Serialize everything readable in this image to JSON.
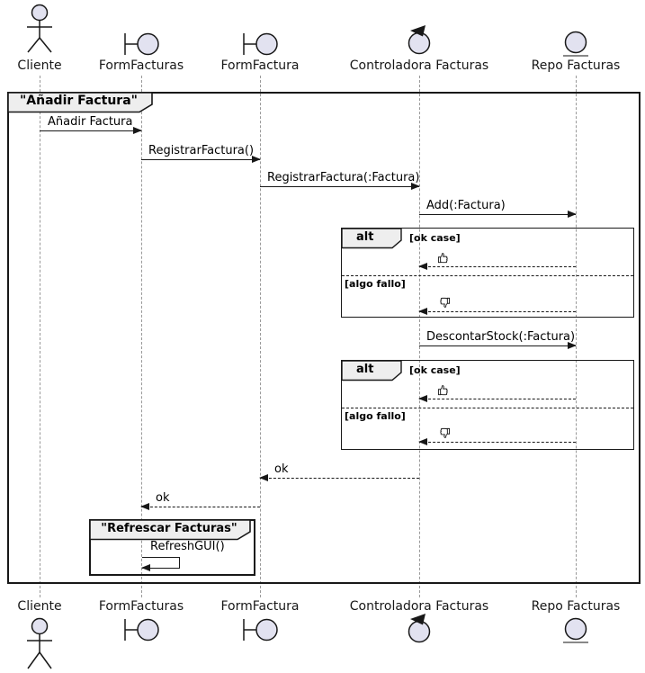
{
  "frame": {
    "title": "\"Añadir Factura\""
  },
  "group": {
    "title": "\"Refrescar Facturas\""
  },
  "participants": [
    {
      "name": "Cliente",
      "type": "actor",
      "icon": "actor-icon"
    },
    {
      "name": "FormFacturas",
      "type": "boundary",
      "icon": "boundary-icon"
    },
    {
      "name": "FormFactura",
      "type": "boundary",
      "icon": "boundary-icon"
    },
    {
      "name": "Controladora Facturas",
      "type": "control",
      "icon": "control-icon"
    },
    {
      "name": "Repo Facturas",
      "type": "entity",
      "icon": "entity-icon"
    }
  ],
  "messages": [
    {
      "label": "Añadir Factura",
      "from": "Cliente",
      "to": "FormFacturas",
      "kind": "call"
    },
    {
      "label": "RegistrarFactura()",
      "from": "FormFacturas",
      "to": "FormFactura",
      "kind": "call"
    },
    {
      "label": "RegistrarFactura(:Factura)",
      "from": "FormFactura",
      "to": "Controladora Facturas",
      "kind": "call"
    },
    {
      "label": "Add(:Factura)",
      "from": "Controladora Facturas",
      "to": "Repo Facturas",
      "kind": "call"
    },
    {
      "label": "DescontarStock(:Factura)",
      "from": "Controladora Facturas",
      "to": "Repo Facturas",
      "kind": "call"
    },
    {
      "label": "ok",
      "from": "Controladora Facturas",
      "to": "FormFactura",
      "kind": "return"
    },
    {
      "label": "ok",
      "from": "FormFactura",
      "to": "FormFacturas",
      "kind": "return"
    },
    {
      "label": "RefreshGUI()",
      "from": "FormFacturas",
      "to": "FormFacturas",
      "kind": "self"
    }
  ],
  "alt_fragments": [
    {
      "label": "alt",
      "guards": [
        "[ok case]",
        "[algo fallo]"
      ],
      "return_icons": [
        "thumbs-up",
        "thumbs-down"
      ]
    },
    {
      "label": "alt",
      "guards": [
        "[ok case]",
        "[algo fallo]"
      ],
      "return_icons": [
        "thumbs-up",
        "thumbs-down"
      ]
    }
  ],
  "colors": {
    "participant_fill": "#E2E2F0",
    "line": "#181818",
    "pentagon_fill": "#EEEEEE",
    "lifeline": "#999999",
    "background": "#FFFFFF"
  }
}
